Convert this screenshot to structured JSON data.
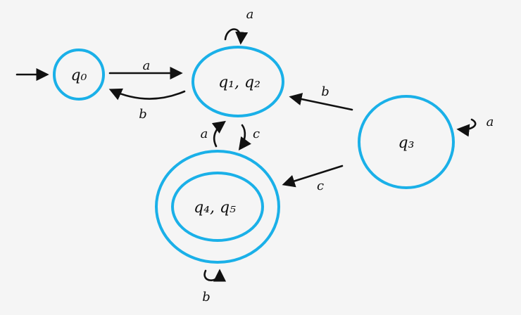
{
  "colors": {
    "state_stroke": "#1ab0e8",
    "ink": "#111111",
    "background": "#f5f5f5"
  },
  "states": {
    "q0": "q₀",
    "q12": "q₁, q₂",
    "q3": "q₃",
    "q45": "q₄, q₅"
  },
  "transitions": {
    "q0_to_q12": "a",
    "q12_to_q0": "b",
    "q12_self": "a",
    "q3_to_q12": "b",
    "q3_self": "a",
    "q12_to_q45": "c",
    "q45_to_q12": "a",
    "q3_to_q45": "c",
    "q45_self": "b"
  }
}
